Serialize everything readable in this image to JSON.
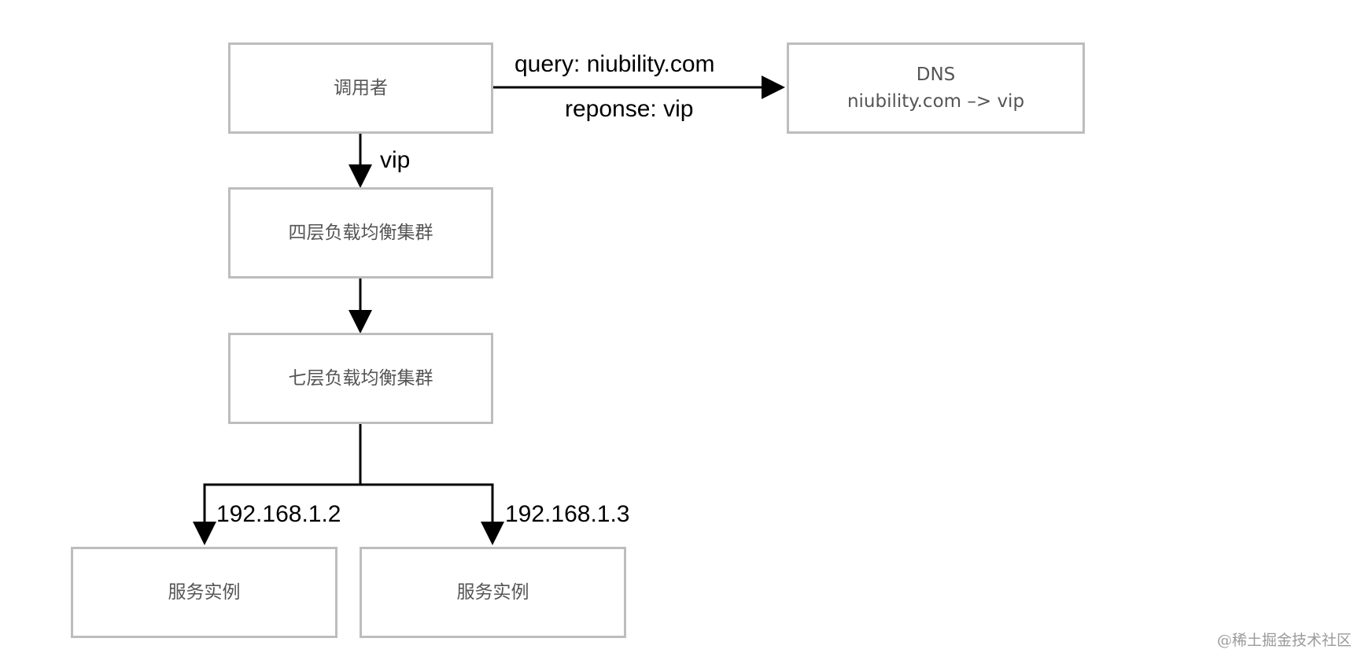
{
  "nodes": {
    "caller": {
      "label": "调用者"
    },
    "dns": {
      "title": "DNS",
      "mapping": "niubility.com –> vip"
    },
    "l4_cluster": {
      "label": "四层负载均衡集群"
    },
    "l7_cluster": {
      "label": "七层负载均衡集群"
    },
    "service_instance_1": {
      "label": "服务实例"
    },
    "service_instance_2": {
      "label": "服务实例"
    }
  },
  "edges": {
    "query_label": "query: niubility.com",
    "response_label": "reponse: vip",
    "vip_label": "vip",
    "ip_1": "192.168.1.2",
    "ip_2": "192.168.1.3"
  },
  "watermark": "@稀土掘金技术社区",
  "colors": {
    "box_border": "#bdbdbd",
    "box_text": "#555555",
    "arrow": "#000000"
  }
}
